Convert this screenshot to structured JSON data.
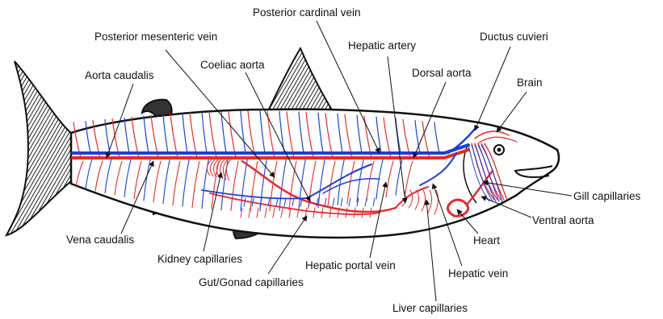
{
  "labels": {
    "posterior_cardinal_vein": "Posterior cardinal vein",
    "posterior_mesenteric_vein": "Posterior mesenteric vein",
    "hepatic_artery": "Hepatic artery",
    "ductus_cuvieri": "Ductus cuvieri",
    "aorta_caudalis": "Aorta caudalis",
    "coeliac_aorta": "Coeliac aorta",
    "dorsal_aorta": "Dorsal aorta",
    "brain": "Brain",
    "gill_capillaries": "Gill capillaries",
    "ventral_aorta": "Ventral aorta",
    "vena_caudalis": "Vena caudalis",
    "heart": "Heart",
    "kidney_capillaries": "Kidney capillaries",
    "hepatic_portal_vein": "Hepatic portal vein",
    "hepatic_vein": "Hepatic vein",
    "gut_gonad_capillaries": "Gut/Gonad capillaries",
    "liver_capillaries": "Liver capillaries"
  },
  "colors": {
    "artery": "#e8282a",
    "vein": "#1d3fd6",
    "outline": "#111111",
    "fin": "#2a2a2a"
  }
}
